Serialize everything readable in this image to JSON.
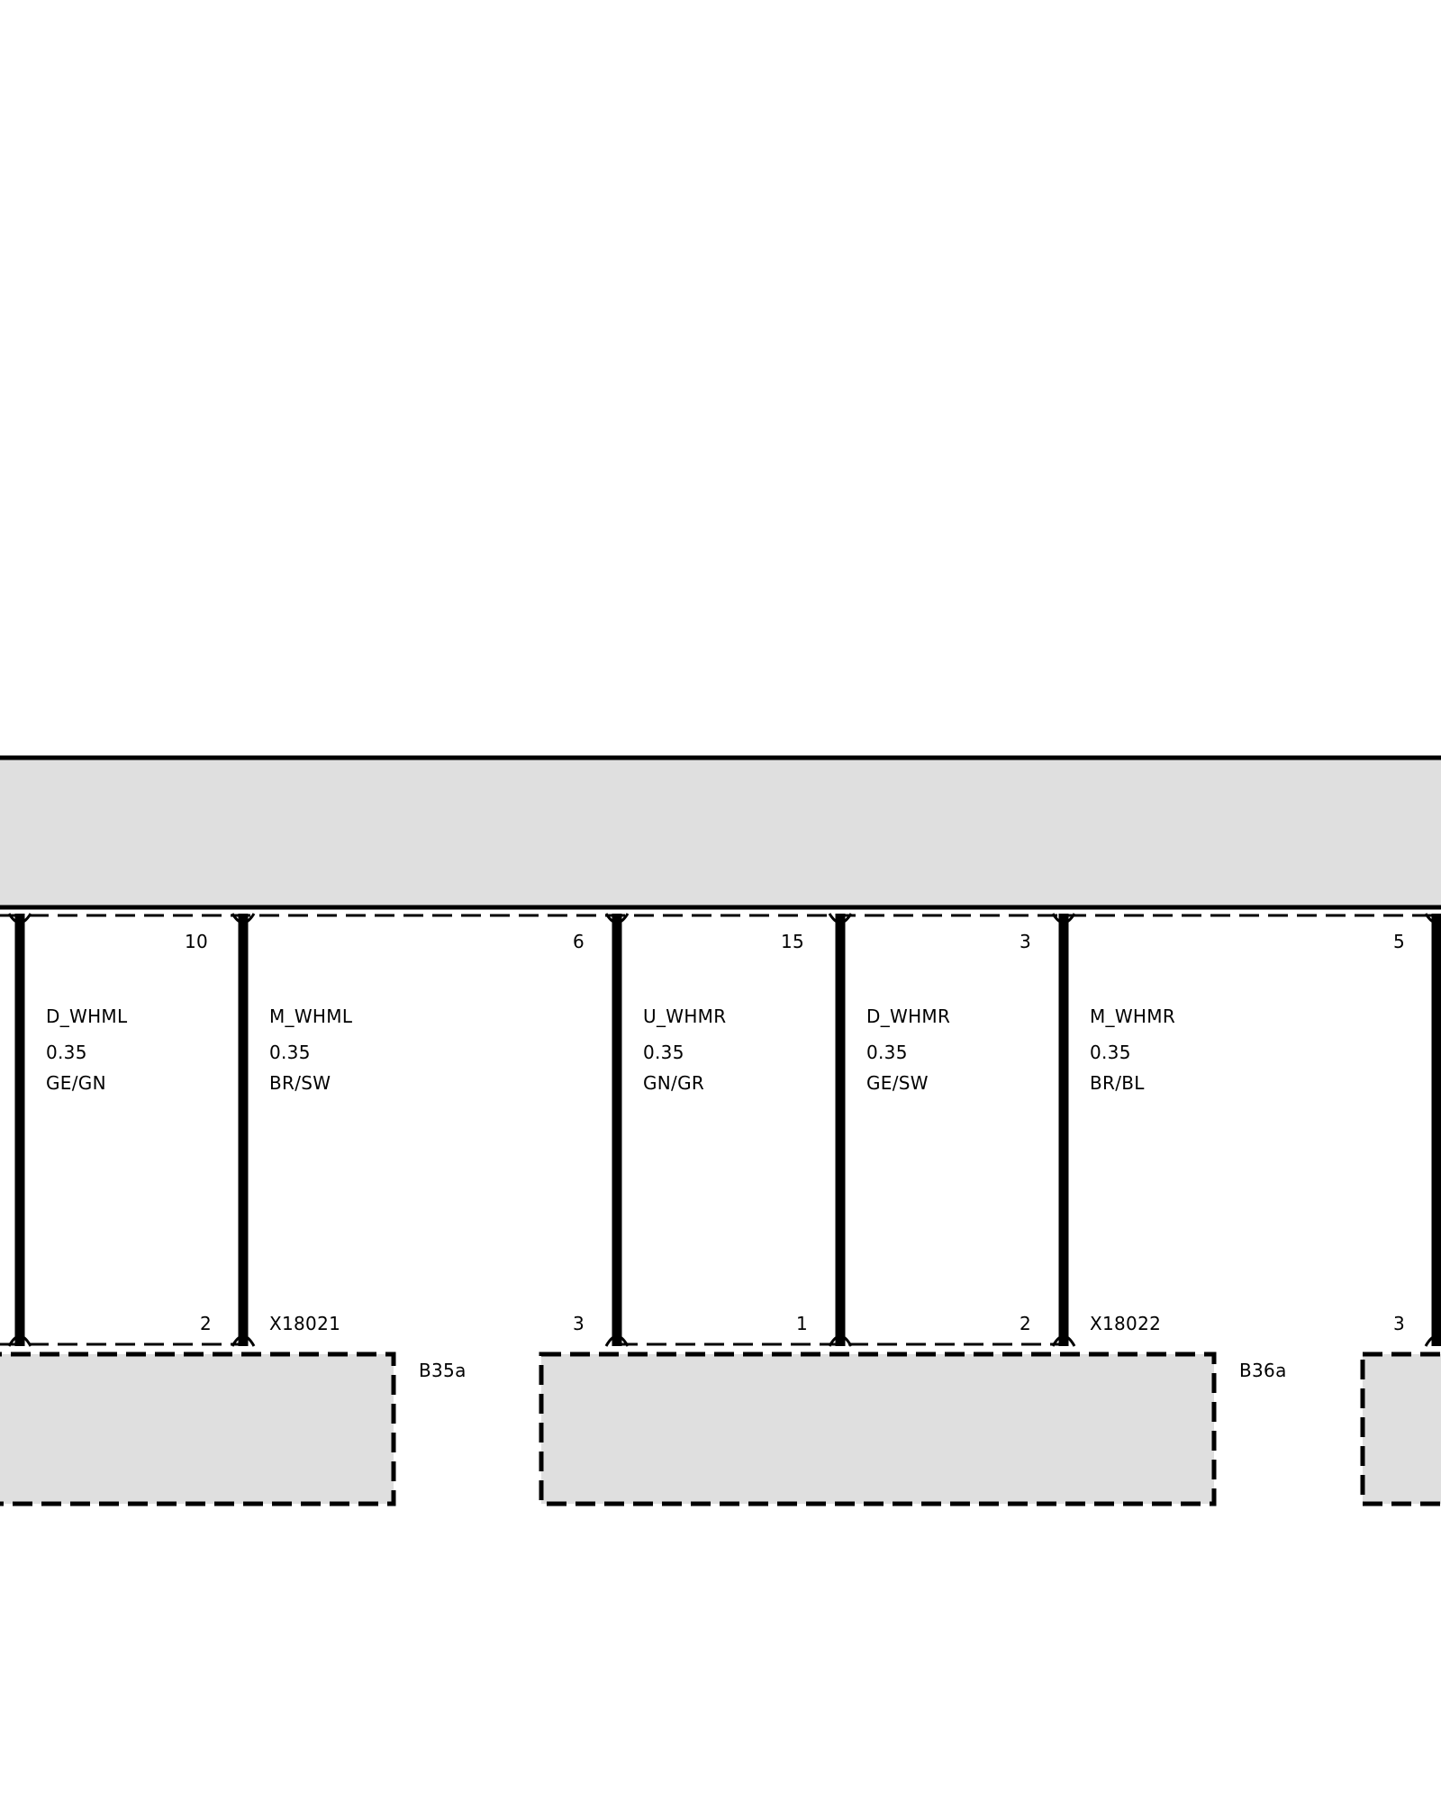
{
  "colors": {
    "module_fill": "#dfdfdf",
    "line": "#000000",
    "background": "#ffffff"
  },
  "wires": [
    {
      "signal": "D_WHML",
      "gauge": "0.35",
      "color_code": "GE/GN",
      "top_pin": "",
      "bottom_pin": "2"
    },
    {
      "signal": "M_WHML",
      "gauge": "0.35",
      "color_code": "BR/SW",
      "top_pin": "10",
      "bottom_pin": ""
    },
    {
      "signal": "U_WHMR",
      "gauge": "0.35",
      "color_code": "GN/GR",
      "top_pin": "6",
      "bottom_pin": "3"
    },
    {
      "signal": "D_WHMR",
      "gauge": "0.35",
      "color_code": "GE/SW",
      "top_pin": "15",
      "bottom_pin": "1"
    },
    {
      "signal": "M_WHMR",
      "gauge": "0.35",
      "color_code": "BR/BL",
      "top_pin": "3",
      "bottom_pin": "2"
    },
    {
      "signal": "",
      "gauge": "",
      "color_code": "",
      "top_pin": "5",
      "bottom_pin": "3"
    }
  ],
  "connectors": [
    {
      "id": "X18021"
    },
    {
      "id": "X18022"
    }
  ],
  "components": [
    {
      "id": "B35a"
    },
    {
      "id": "B36a"
    },
    {
      "id": ""
    }
  ]
}
